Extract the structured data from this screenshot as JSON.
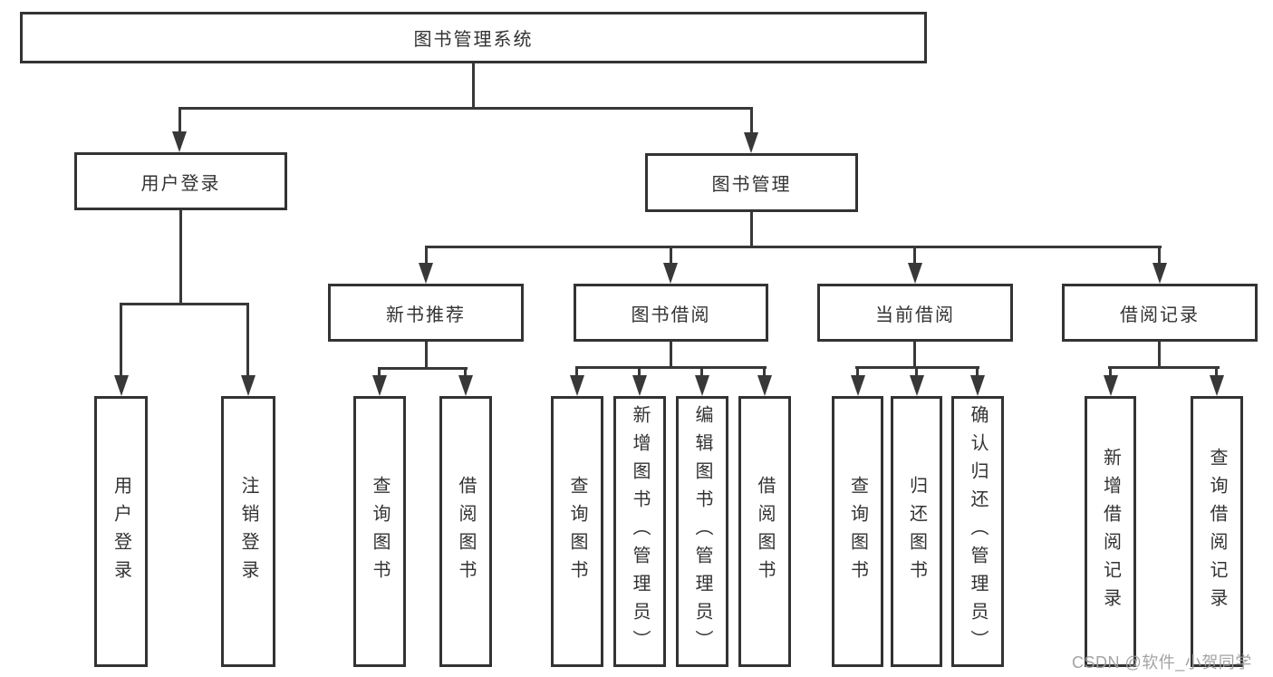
{
  "colors": {
    "background": "#ffffff",
    "line": "#383838",
    "box_border": "#333333",
    "text": "#333333",
    "watermark": "#9e9e9e"
  },
  "diagram": {
    "root": "图书管理系统",
    "level2": [
      "用户登录",
      "图书管理"
    ],
    "level3": [
      "新书推荐",
      "图书借阅",
      "当前借阅",
      "借阅记录"
    ],
    "leaves": [
      "用户登录",
      "注销登录",
      "查询图书",
      "借阅图书",
      "查询图书",
      "新增图书（管理员）",
      "编辑图书（管理员）",
      "借阅图书",
      "查询图书",
      "归还图书",
      "确认归还（管理员）",
      "新增借阅记录",
      "查询借阅记录"
    ]
  },
  "watermark": "CSDN @软件_小贺同学"
}
